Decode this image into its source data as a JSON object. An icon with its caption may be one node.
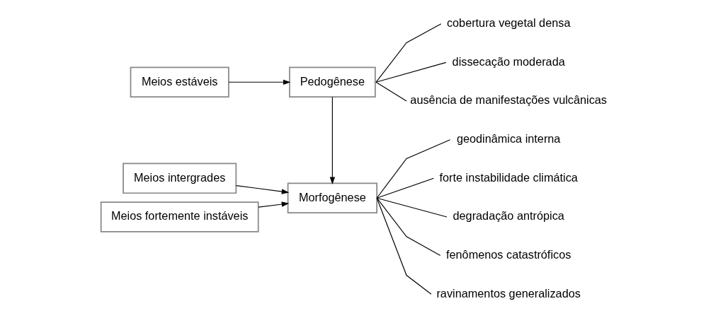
{
  "diagram": {
    "nodes": [
      {
        "text": [
          "Meios estáveis"
        ]
      },
      {
        "text": [
          "Pedogênese"
        ]
      },
      {
        "text": [
          "Meios intergrades"
        ]
      },
      {
        "text": [
          "Meios fortemente instáveis"
        ]
      },
      {
        "text": [
          "Morfogênese"
        ]
      },
      {
        "text": [
          "cobertura vegetal densa"
        ]
      },
      {
        "text": [
          "dissecação moderada"
        ]
      },
      {
        "text": [
          "ausência de manifestações vulcânicas"
        ]
      },
      {
        "text": [
          "geodinâmica interna"
        ]
      },
      {
        "text": [
          "forte instabilidade climática"
        ]
      },
      {
        "text": [
          "degradação antrópica"
        ]
      },
      {
        "text": [
          "fenômenos catastróficos"
        ]
      },
      {
        "text": [
          "ravinamentos generalizados"
        ]
      }
    ],
    "edges": [
      {
        "from": 0,
        "to": 1,
        "arrow": "to"
      },
      {
        "from": 1,
        "to": 4,
        "arrow": "to"
      },
      {
        "from": 2,
        "to": 4,
        "arrow": "to"
      },
      {
        "from": 3,
        "to": 4,
        "arrow": "to"
      },
      {
        "from": 1,
        "to": 5,
        "arrow": "none"
      },
      {
        "from": 1,
        "to": 6,
        "arrow": "none"
      },
      {
        "from": 1,
        "to": 7,
        "arrow": "none"
      },
      {
        "from": 4,
        "to": 8,
        "arrow": "none"
      },
      {
        "from": 4,
        "to": 9,
        "arrow": "none"
      },
      {
        "from": 4,
        "to": 10,
        "arrow": "none"
      },
      {
        "from": 4,
        "to": 11,
        "arrow": "none"
      },
      {
        "from": 4,
        "to": 12,
        "arrow": "none"
      }
    ]
  }
}
